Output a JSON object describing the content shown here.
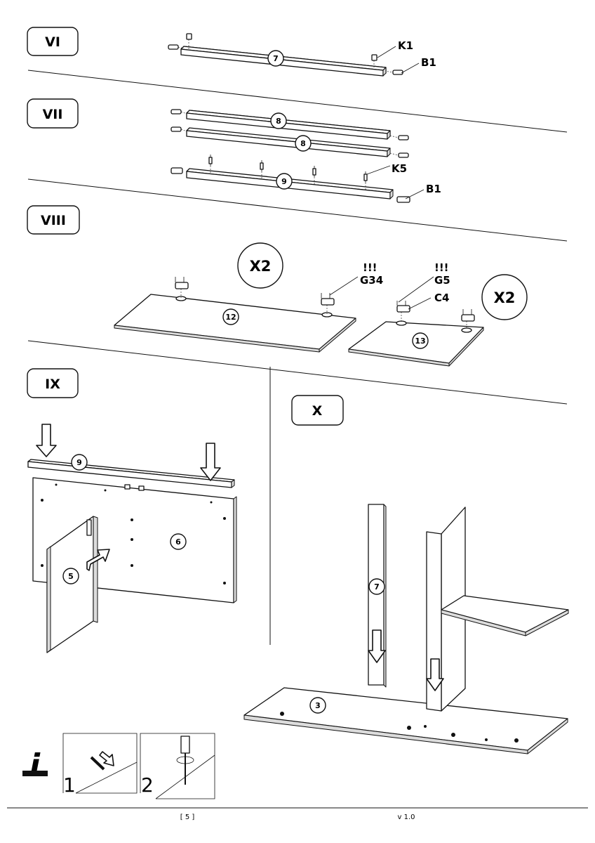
{
  "steps": {
    "vi": "VI",
    "vii": "VII",
    "viii": "VIII",
    "ix": "IX",
    "x": "X"
  },
  "step_vi": {
    "part_7": "7",
    "k1": "K1",
    "b1": "B1"
  },
  "step_vii": {
    "part_8a": "8",
    "part_8b": "8",
    "part_9": "9",
    "k5": "K5",
    "b1": "B1"
  },
  "step_viii": {
    "x2_left": "X2",
    "x2_right": "X2",
    "warn_1": "!!!",
    "g34": "G34",
    "warn_2": "!!!",
    "g5": "G5",
    "c4": "C4",
    "part_12": "12",
    "part_13": "13"
  },
  "step_ix": {
    "part_9": "9",
    "part_6": "6",
    "part_5": "5"
  },
  "step_x": {
    "part_7": "7",
    "part_3": "3"
  },
  "info": {
    "icon": "i",
    "sub_1": "1",
    "sub_2": "2"
  },
  "footer": {
    "page": "[ 5 ]",
    "version": "v 1.0"
  }
}
